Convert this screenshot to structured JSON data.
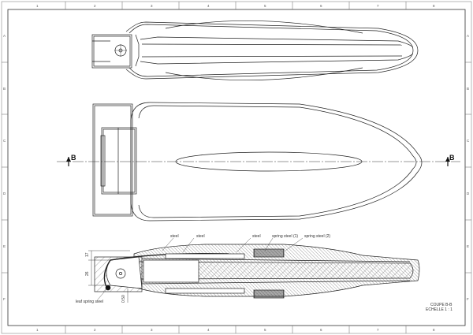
{
  "grid": {
    "columns": [
      "1",
      "2",
      "3",
      "4",
      "5",
      "6",
      "7",
      "8"
    ],
    "rows": [
      "A",
      "B",
      "C",
      "D",
      "E",
      "F"
    ]
  },
  "section": {
    "marker_left": "B",
    "marker_right": "B"
  },
  "callouts": {
    "steel_1": "steel",
    "steel_2": "steel",
    "steel_3": "steel",
    "spring_steel_1": "spring steel (1)",
    "spring_steel_2": "spring steel (2)",
    "leaf_spring_steel": "leaf spring steel"
  },
  "dimensions": {
    "d1": "17",
    "d2": "26",
    "d3": "0.50"
  },
  "title_block": {
    "line1": "COUPE B-B",
    "line2": "ECHELLE 1 : 1"
  }
}
